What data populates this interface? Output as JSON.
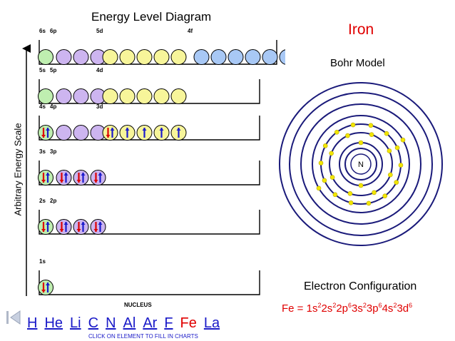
{
  "diagram_title": "Energy Level Diagram",
  "y_axis_label": "Arbitrary Energy Scale",
  "nucleus_label": "NUCLEUS",
  "element_name": "Iron",
  "bohr_title": "Bohr Model",
  "nucleus_symbol": "N",
  "config_title": "Electron Configuration",
  "config_prefix": "Fe = ",
  "config_terms": [
    {
      "orbital": "1s",
      "count": "2"
    },
    {
      "orbital": "2s",
      "count": "2"
    },
    {
      "orbital": "2p",
      "count": "6"
    },
    {
      "orbital": "3s",
      "count": "2"
    },
    {
      "orbital": "3p",
      "count": "6"
    },
    {
      "orbital": "4s",
      "count": "2"
    },
    {
      "orbital": "3d",
      "count": "6"
    }
  ],
  "elements": [
    {
      "symbol": "H",
      "current": false
    },
    {
      "symbol": "He",
      "current": false
    },
    {
      "symbol": "Li",
      "current": false
    },
    {
      "symbol": "C",
      "current": false
    },
    {
      "symbol": "N",
      "current": false
    },
    {
      "symbol": "Al",
      "current": false
    },
    {
      "symbol": "Ar",
      "current": false
    },
    {
      "symbol": "F",
      "current": false
    },
    {
      "symbol": "Fe",
      "current": true
    },
    {
      "symbol": "La",
      "current": false
    }
  ],
  "nav_hint": "CLICK ON ELEMENT TO FILL IN CHARTS",
  "shells": [
    {
      "n": 1,
      "electrons": 2
    },
    {
      "n": 2,
      "electrons": 8
    },
    {
      "n": 3,
      "electrons": 14
    },
    {
      "n": 4,
      "electrons": 2
    }
  ],
  "levels": [
    {
      "label": "6s",
      "subshells": [
        {
          "name": "6s",
          "orbitals": 1,
          "filled": [],
          "color": "#bfeeb0"
        },
        {
          "name": "6p",
          "orbitals": 3,
          "filled": [],
          "color": "#cdb5f0"
        },
        {
          "name": "5d",
          "orbitals": 5,
          "filled": [],
          "color": "#f7f59a"
        },
        {
          "name": "4f",
          "orbitals": 7,
          "filled": [],
          "color": "#a8c8f5"
        }
      ]
    },
    {
      "label": "5s",
      "subshells": [
        {
          "name": "5s",
          "orbitals": 1,
          "filled": [],
          "color": "#bfeeb0"
        },
        {
          "name": "5p",
          "orbitals": 3,
          "filled": [],
          "color": "#cdb5f0"
        },
        {
          "name": "4d",
          "orbitals": 5,
          "filled": [],
          "color": "#f7f59a"
        }
      ]
    },
    {
      "label": "4s",
      "subshells": [
        {
          "name": "4s",
          "orbitals": 1,
          "filled": [
            "pair"
          ],
          "color": "#bfeeb0"
        },
        {
          "name": "4p",
          "orbitals": 3,
          "filled": [],
          "color": "#cdb5f0"
        },
        {
          "name": "3d",
          "orbitals": 5,
          "filled": [
            "pair",
            "up",
            "up",
            "up",
            "up"
          ],
          "color": "#f7f59a"
        }
      ]
    },
    {
      "label": "3s",
      "subshells": [
        {
          "name": "3s",
          "orbitals": 1,
          "filled": [
            "pair"
          ],
          "color": "#bfeeb0"
        },
        {
          "name": "3p",
          "orbitals": 3,
          "filled": [
            "pair",
            "pair",
            "pair"
          ],
          "color": "#cdb5f0"
        }
      ]
    },
    {
      "label": "2s",
      "subshells": [
        {
          "name": "2s",
          "orbitals": 1,
          "filled": [
            "pair"
          ],
          "color": "#bfeeb0"
        },
        {
          "name": "2p",
          "orbitals": 3,
          "filled": [
            "pair",
            "pair",
            "pair"
          ],
          "color": "#cdb5f0"
        }
      ]
    },
    {
      "label": "1s",
      "subshells": [
        {
          "name": "1s",
          "orbitals": 1,
          "filled": [
            "pair"
          ],
          "color": "#bfeeb0"
        }
      ]
    }
  ],
  "colors": {
    "spin_up": "#1a1acc",
    "spin_down": "#dd0000",
    "electron": "#f2e600",
    "shell_ring": "#1a1a7a",
    "link": "#1a1ac8",
    "highlight": "#e00000"
  }
}
